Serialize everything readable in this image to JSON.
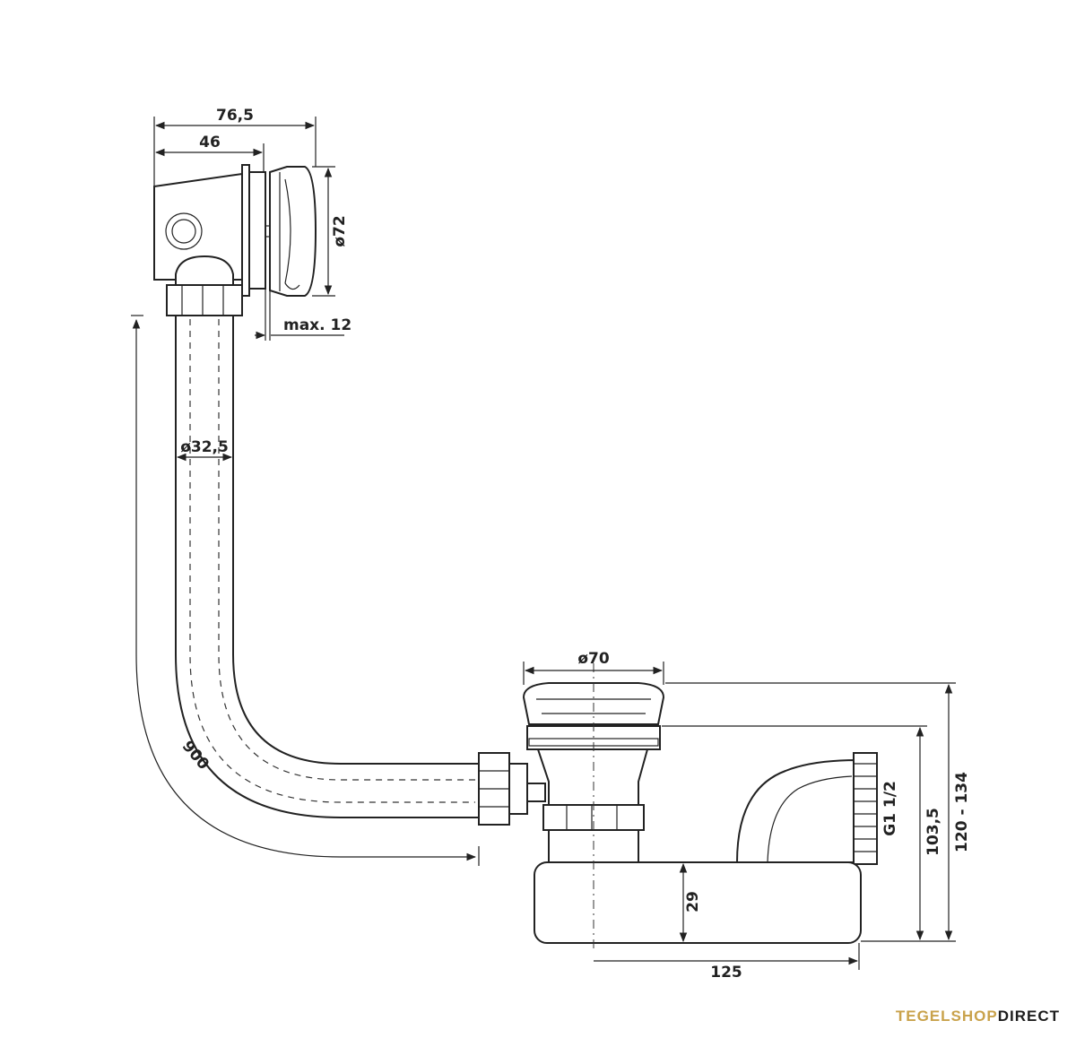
{
  "diagram": {
    "labels": {
      "width_overflow": "76,5",
      "width_body": "46",
      "diameter_overflow_cap": "ø72",
      "max_wall": "max. 12",
      "diameter_tube": "ø32,5",
      "tube_length": "900",
      "diameter_drain": "ø70",
      "thread": "G1 1/2",
      "height_trap": "103,5",
      "height_total": "120 - 134",
      "trap_depth": "29",
      "trap_length": "125"
    }
  },
  "brand": {
    "part1": "TEGELSHOP",
    "part2": "DIRECT",
    "color1": "#c9a24b",
    "color2": "#1d1d1d"
  }
}
